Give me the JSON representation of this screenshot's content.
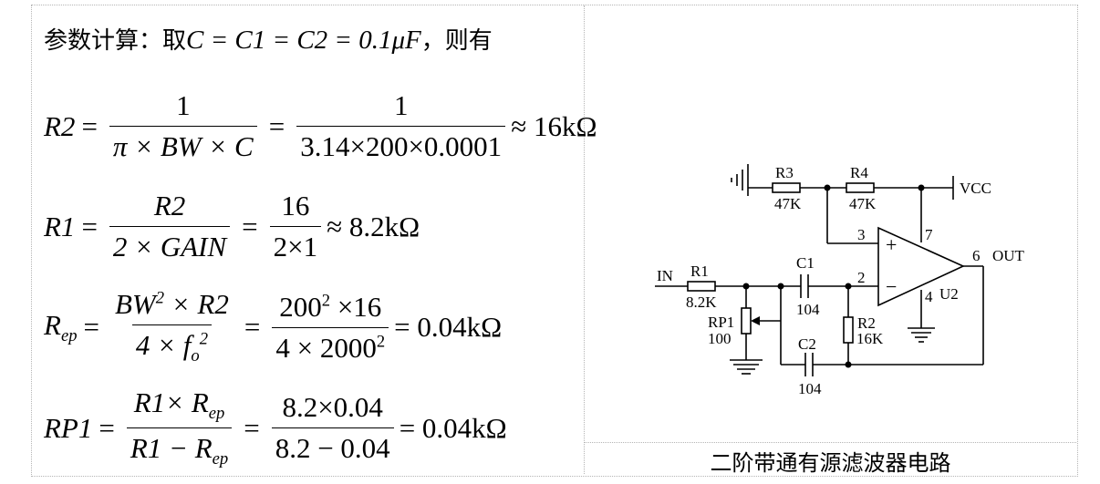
{
  "intro": {
    "prefix": "参数计算：取",
    "equation": "C = C1 = C2 = 0.1μF",
    "suffix": "，则有"
  },
  "equations": {
    "r2": {
      "lhs": "R2",
      "f1_num": "1",
      "f1_den": "π × BW × C",
      "f2_num": "1",
      "f2_den": "3.14×200×0.0001",
      "result": "≈ 16kΩ"
    },
    "r1": {
      "lhs": "R1",
      "f1_num": "R2",
      "f1_den": "2 × GAIN",
      "f2_num": "16",
      "f2_den": "2×1",
      "result": "≈ 8.2kΩ"
    },
    "rep": {
      "lhs": "R",
      "lhs_sub": "ep",
      "f1_num_a": "BW",
      "f1_num_sup": "2",
      "f1_num_b": " × R2",
      "f1_den_a": "4 × f",
      "f1_den_sub": "o",
      "f1_den_sup": "2",
      "f2_num_a": "200",
      "f2_num_sup": "2",
      "f2_num_b": " ×16",
      "f2_den_a": "4 × 2000",
      "f2_den_sup": "2",
      "result": "= 0.04kΩ"
    },
    "rp1": {
      "lhs": "RP1",
      "f1_num_a": "R1× R",
      "f1_num_sub": "ep",
      "f1_den_a": "R1 − R",
      "f1_den_sub": "ep",
      "f2_num": "8.2×0.04",
      "f2_den": "8.2 − 0.04",
      "result": "= 0.04kΩ"
    }
  },
  "circuit": {
    "r3": "R3",
    "r3_val": "47K",
    "r4": "R4",
    "r4_val": "47K",
    "vcc": "VCC",
    "pin3": "3",
    "plus": "+",
    "pin7": "7",
    "pin6": "6",
    "out": "OUT",
    "in": "IN",
    "r1": "R1",
    "r1_val": "8.2K",
    "c1": "C1",
    "c1_val": "104",
    "pin2": "2",
    "minus": "−",
    "pin4": "4",
    "u2": "U2",
    "rp1": "RP1",
    "rp1_val": "100",
    "r2": "R2",
    "r2_val": "16K",
    "c2": "C2",
    "c2_val": "104"
  },
  "caption": "二阶带通有源滤波器电路"
}
